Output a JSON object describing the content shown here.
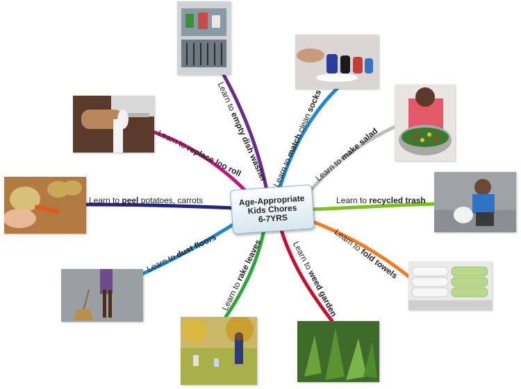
{
  "center": {
    "title_line1": "Age-Appropriate",
    "title_line2": "Kids Chores",
    "title_line3": "6-7YRS"
  },
  "branches": [
    {
      "id": "dishwasher",
      "prefix": "Learn to ",
      "bold": "empty dish washer",
      "rest": "",
      "color": "#6a2b8c",
      "icon": "dishwasher-photo"
    },
    {
      "id": "socks",
      "prefix": "Learn to ",
      "bold": "match",
      "rest": " clean ",
      "bold2": "socks",
      "color": "#1f86d0",
      "icon": "socks-photo"
    },
    {
      "id": "salad",
      "prefix": "Learn to ",
      "bold": "make salad",
      "rest": "",
      "color": "#bdbdbd",
      "icon": "salad-photo"
    },
    {
      "id": "trash",
      "prefix": "Learn to ",
      "bold": "recycled trash",
      "rest": "",
      "color": "#7cc21d",
      "icon": "trash-photo"
    },
    {
      "id": "towels",
      "prefix": "Learn to ",
      "bold": "fold towels",
      "rest": "",
      "color": "#f47b20",
      "icon": "towels-photo"
    },
    {
      "id": "weed",
      "prefix": "Learn to ",
      "bold": "weed garden",
      "rest": "",
      "color": "#c8102e",
      "icon": "weeds-photo"
    },
    {
      "id": "leaves",
      "prefix": "Learn to ",
      "bold": "rake leaves",
      "rest": "",
      "color": "#2aa836",
      "icon": "leaves-photo"
    },
    {
      "id": "floors",
      "prefix": "Learn to ",
      "bold": "dust floors",
      "rest": "",
      "color": "#1f86d0",
      "icon": "broom-photo"
    },
    {
      "id": "potatoes",
      "prefix": "Learn to ",
      "bold": "peel",
      "rest": " potatoes, carrots",
      "color": "#23238a",
      "icon": "potatoes-photo"
    },
    {
      "id": "looroll",
      "prefix": "Learn to ",
      "bold": "replace loo roll",
      "rest": "",
      "color": "#c2187a",
      "icon": "toilet-roll-photo"
    }
  ]
}
